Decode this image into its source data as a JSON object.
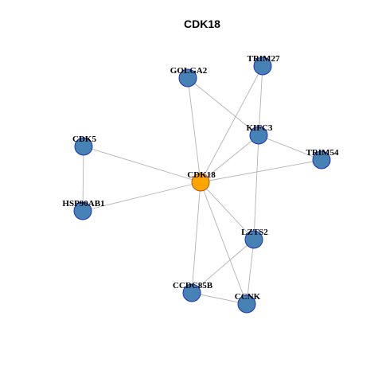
{
  "title": "CDK18",
  "colors": {
    "hub_fill": "#FFA500",
    "hub_stroke": "#B5530A",
    "node_fill": "#4682B4",
    "node_stroke": "#1E2FBF",
    "edge": "#B3B3B3"
  },
  "nodes": [
    {
      "id": "CDK18",
      "label": "CDK18",
      "hub": true
    },
    {
      "id": "GOLGA2",
      "label": "GOLGA2"
    },
    {
      "id": "TRIM27",
      "label": "TRIM27"
    },
    {
      "id": "KIFC3",
      "label": "KIFC3"
    },
    {
      "id": "CDK5",
      "label": "CDK5"
    },
    {
      "id": "TRIM54",
      "label": "TRIM54"
    },
    {
      "id": "HSP90AB1",
      "label": "HSP90AB1"
    },
    {
      "id": "LZTS2",
      "label": "LZTS2"
    },
    {
      "id": "CCDC85B",
      "label": "CCDC85B"
    },
    {
      "id": "CCNK",
      "label": "CCNK"
    }
  ],
  "edges": [
    [
      "CDK18",
      "GOLGA2"
    ],
    [
      "CDK18",
      "TRIM27"
    ],
    [
      "CDK18",
      "KIFC3"
    ],
    [
      "CDK18",
      "TRIM54"
    ],
    [
      "CDK18",
      "HSP90AB1"
    ],
    [
      "CDK18",
      "LZTS2"
    ],
    [
      "CDK18",
      "CCDC85B"
    ],
    [
      "CDK18",
      "CCNK"
    ],
    [
      "CDK18",
      "CDK5"
    ],
    [
      "GOLGA2",
      "KIFC3"
    ],
    [
      "TRIM27",
      "KIFC3"
    ],
    [
      "KIFC3",
      "TRIM54"
    ],
    [
      "KIFC3",
      "LZTS2"
    ],
    [
      "CDK5",
      "HSP90AB1"
    ],
    [
      "LZTS2",
      "CCDC85B"
    ],
    [
      "LZTS2",
      "CCNK"
    ],
    [
      "CCDC85B",
      "CCNK"
    ]
  ]
}
